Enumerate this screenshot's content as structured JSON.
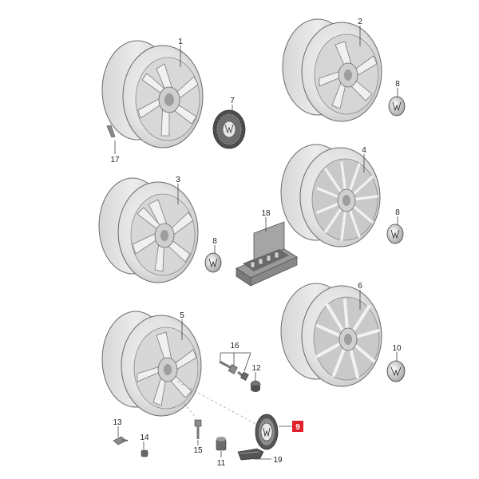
{
  "parts": [
    {
      "key": "p1",
      "label": "1"
    },
    {
      "key": "p2",
      "label": "2"
    },
    {
      "key": "p3",
      "label": "3"
    },
    {
      "key": "p4",
      "label": "4"
    },
    {
      "key": "p5",
      "label": "5"
    },
    {
      "key": "p6",
      "label": "6"
    },
    {
      "key": "p7",
      "label": "7"
    },
    {
      "key": "p8a",
      "label": "8"
    },
    {
      "key": "p8b",
      "label": "8"
    },
    {
      "key": "p8c",
      "label": "8"
    },
    {
      "key": "p9",
      "label": "9",
      "highlighted": true
    },
    {
      "key": "p10",
      "label": "10"
    },
    {
      "key": "p11",
      "label": "11"
    },
    {
      "key": "p12",
      "label": "12"
    },
    {
      "key": "p13",
      "label": "13"
    },
    {
      "key": "p14",
      "label": "14"
    },
    {
      "key": "p15",
      "label": "15"
    },
    {
      "key": "p16",
      "label": "16"
    },
    {
      "key": "p17",
      "label": "17"
    },
    {
      "key": "p18",
      "label": "18"
    },
    {
      "key": "p19",
      "label": "19"
    }
  ],
  "colors": {
    "highlight": "#e0202a",
    "rim_light": "#eeeeee",
    "rim_mid": "#dcdcdc",
    "rim_dark": "#b9b9b9",
    "outline": "#6b6b6b"
  }
}
